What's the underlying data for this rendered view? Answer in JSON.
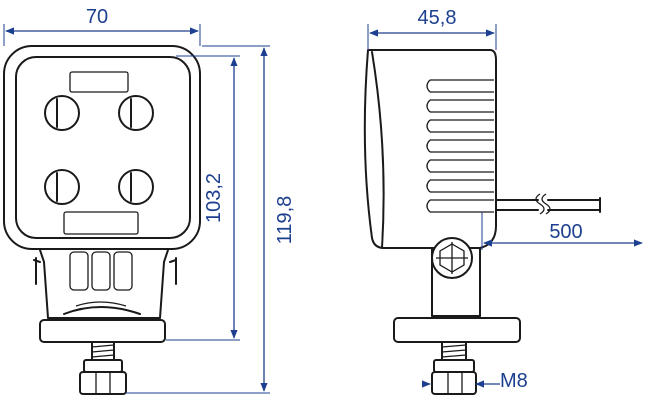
{
  "dimensions": {
    "front_width": "70",
    "front_height_body": "103,2",
    "front_height_total": "119,8",
    "side_depth": "45,8",
    "cable_length": "500",
    "thread": "M8"
  },
  "colors": {
    "dimension": "#1d3f8f",
    "outline": "#1a1a1a"
  }
}
